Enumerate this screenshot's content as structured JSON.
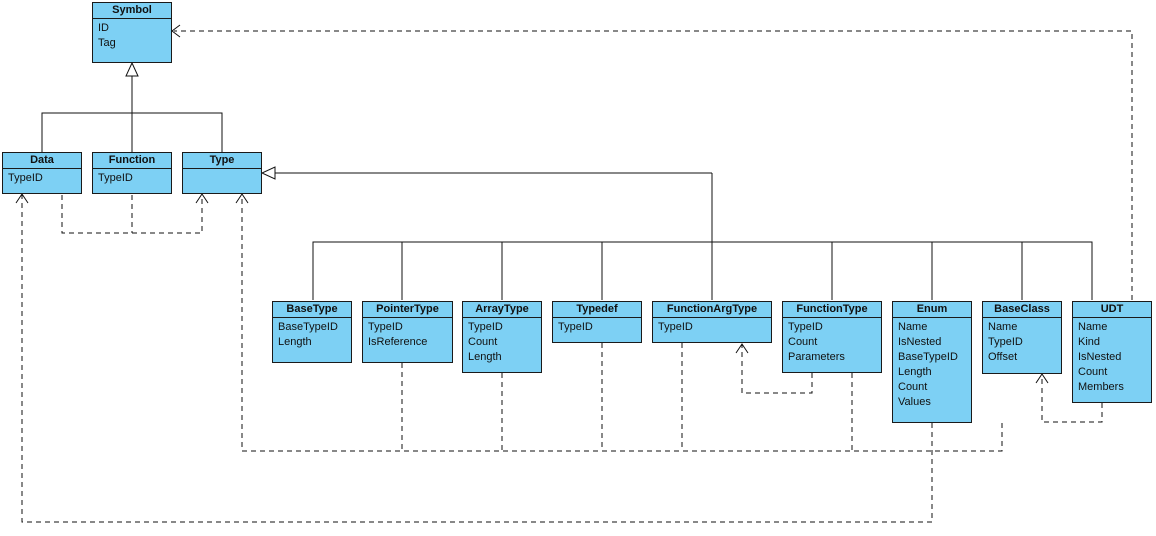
{
  "classes": {
    "symbol": {
      "name": "Symbol",
      "attrs": [
        "ID",
        "Tag"
      ]
    },
    "data": {
      "name": "Data",
      "attrs": [
        "TypeID"
      ]
    },
    "function": {
      "name": "Function",
      "attrs": [
        "TypeID"
      ]
    },
    "type": {
      "name": "Type",
      "attrs": []
    },
    "basetype": {
      "name": "BaseType",
      "attrs": [
        "BaseTypeID",
        "Length"
      ]
    },
    "pointertype": {
      "name": "PointerType",
      "attrs": [
        "TypeID",
        "IsReference"
      ]
    },
    "arraytype": {
      "name": "ArrayType",
      "attrs": [
        "TypeID",
        "Count",
        "Length"
      ]
    },
    "typedef": {
      "name": "Typedef",
      "attrs": [
        "TypeID"
      ]
    },
    "functionargtype": {
      "name": "FunctionArgType",
      "attrs": [
        "TypeID"
      ]
    },
    "functiontype": {
      "name": "FunctionType",
      "attrs": [
        "TypeID",
        "Count",
        "Parameters"
      ]
    },
    "enum": {
      "name": "Enum",
      "attrs": [
        "Name",
        "IsNested",
        "BaseTypeID",
        "Length",
        "Count",
        "Values"
      ]
    },
    "baseclass": {
      "name": "BaseClass",
      "attrs": [
        "Name",
        "TypeID",
        "Offset"
      ]
    },
    "udt": {
      "name": "UDT",
      "attrs": [
        "Name",
        "Kind",
        "IsNested",
        "Count",
        "Members"
      ]
    }
  },
  "colors": {
    "fill": "#7dd0f4",
    "border": "#1a1a1a",
    "line": "#111111"
  }
}
